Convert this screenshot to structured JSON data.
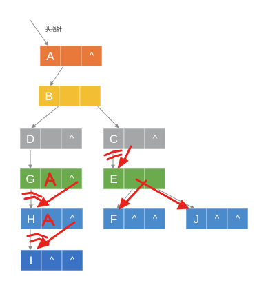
{
  "head_label": "头指针",
  "nodes": [
    {
      "id": "A",
      "cells": [
        "A",
        "",
        "^"
      ],
      "color": "#E8793A"
    },
    {
      "id": "B",
      "cells": [
        "B",
        "",
        ""
      ],
      "color": "#F2BE33"
    },
    {
      "id": "D",
      "cells": [
        "D",
        "",
        "^"
      ],
      "color": "#A5A6A8"
    },
    {
      "id": "C",
      "cells": [
        "C",
        "",
        "^"
      ],
      "color": "#A5A6A8"
    },
    {
      "id": "G",
      "cells": [
        "G",
        "",
        "^"
      ],
      "color": "#6CAA4E"
    },
    {
      "id": "E",
      "cells": [
        "E",
        "",
        ""
      ],
      "color": "#6CAA4E"
    },
    {
      "id": "H",
      "cells": [
        "H",
        "",
        "^"
      ],
      "color": "#4B8ACB"
    },
    {
      "id": "F",
      "cells": [
        "F",
        "^",
        "^"
      ],
      "color": "#4B8ACB"
    },
    {
      "id": "J",
      "cells": [
        "J",
        "^",
        "^"
      ],
      "color": "#4B8ACB"
    },
    {
      "id": "I",
      "cells": [
        "I",
        "^",
        "^"
      ],
      "color": "#3B72C3"
    }
  ],
  "annotation_color": "#E8231D"
}
